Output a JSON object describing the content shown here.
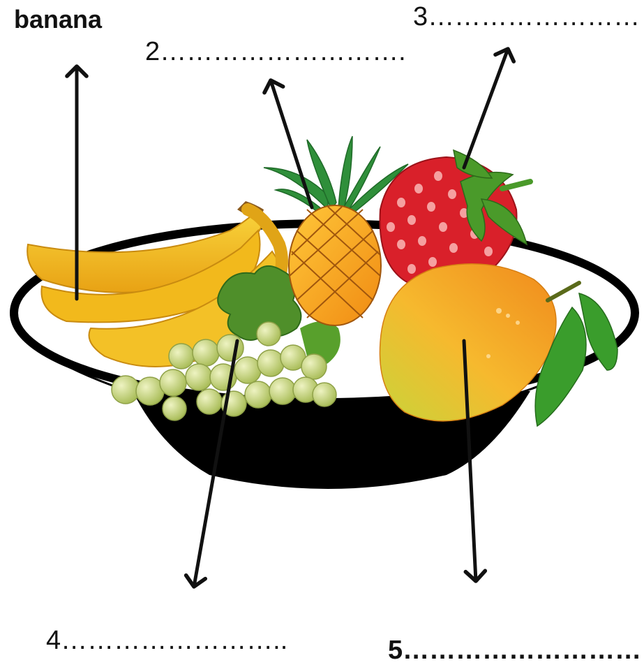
{
  "labels": {
    "banana": "banana",
    "blank_2": "2……………………….",
    "blank_3": "3……………………",
    "blank_4": "4……………………..",
    "blank_5": "5………………………"
  },
  "colors": {
    "bowl": "#000000",
    "banana": "#f2b91c",
    "pineapple": "#f0a21c",
    "pineapple_leaves": "#2f8f3a",
    "strawberry": "#d9202a",
    "mango": "#f5a623",
    "grapes": "#b8cc6a",
    "leaf": "#3a9d2c",
    "arrow": "#111111"
  }
}
